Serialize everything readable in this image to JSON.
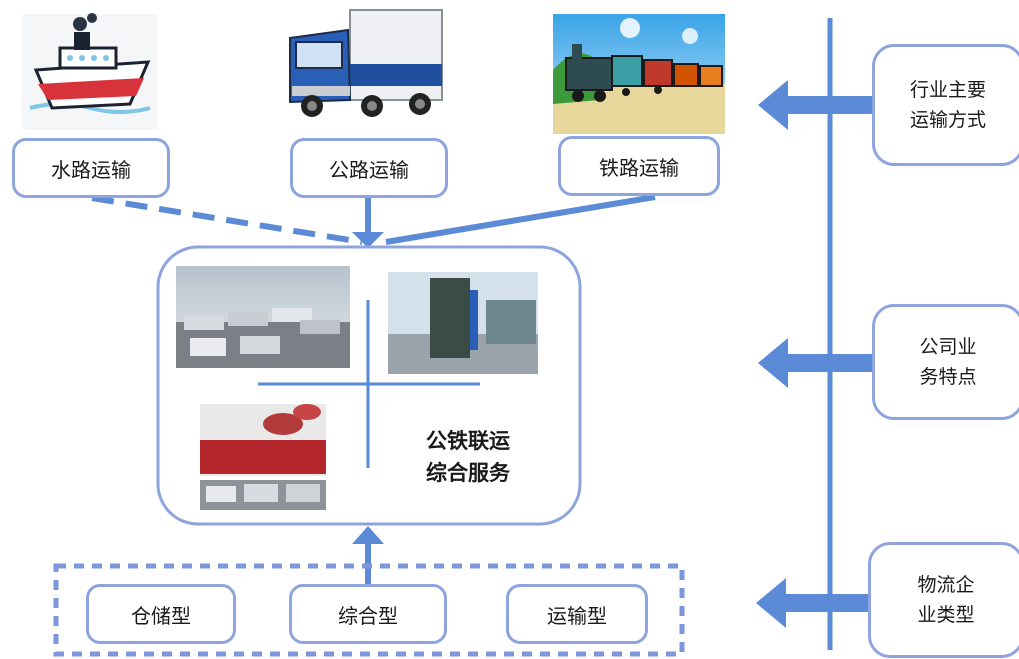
{
  "transport_modes": {
    "water": "水路运输",
    "road": "公路运输",
    "rail": "铁路运输"
  },
  "center": {
    "line1": "公铁联运",
    "line2": "综合服务"
  },
  "logistics_types": {
    "storage": "仓储型",
    "comprehensive": "综合型",
    "transport": "运输型"
  },
  "side_labels": {
    "industry": [
      "行业主要",
      "运输方式"
    ],
    "business": [
      "公司业",
      "务特点"
    ],
    "enterprise": [
      "物流企",
      "业类型"
    ]
  },
  "colors": {
    "box_border": "#8ea4de",
    "arrow": "#5b8ad6",
    "dashed_frame": "#7d96dc"
  }
}
